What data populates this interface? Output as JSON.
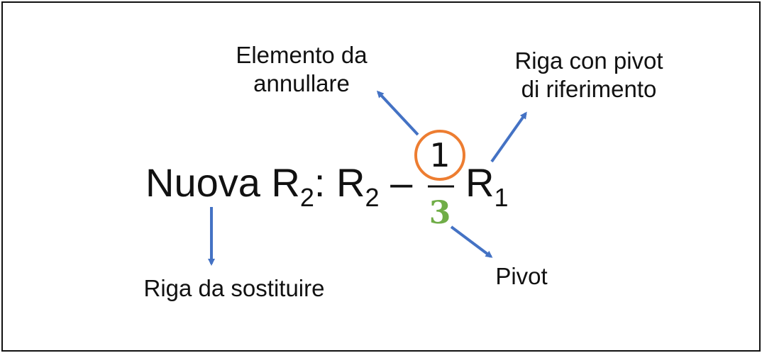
{
  "labels": {
    "annul_line1": "Elemento da",
    "annul_line2": "annullare",
    "ref_line1": "Riga con pivot",
    "ref_line2": "di riferimento",
    "replace": "Riga da sostituire",
    "pivot": "Pivot"
  },
  "equation": {
    "prefix": "Nuova R",
    "prefix_sub": "2",
    "colon": ":",
    "r2": "R",
    "r2_sub": "2",
    "minus": "–",
    "numerator": "1",
    "denominator": "3",
    "r1": "R",
    "r1_sub": "1"
  },
  "colors": {
    "arrow": "#4472c4",
    "circle": "#ed7d31",
    "denominator": "#70ad47",
    "text": "#111111"
  }
}
